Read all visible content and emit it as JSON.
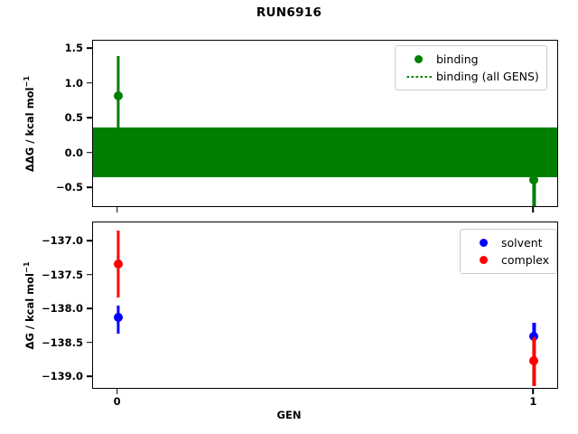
{
  "figure": {
    "title": "RUN6916",
    "xlabel": "GEN",
    "background_color": "#ffffff"
  },
  "colors": {
    "binding": "#008000",
    "solvent": "#0000ff",
    "complex": "#ff0000",
    "axis": "#000000"
  },
  "panels": {
    "top": {
      "ylabel": "ΔΔG / kcal mol",
      "ylabel_sup": "−1",
      "yticks": [
        "1.5",
        "1.0",
        "0.5",
        "0.0",
        "−0.5"
      ],
      "legend": [
        {
          "label": "binding",
          "key": "dot",
          "color": "#008000"
        },
        {
          "label": "binding (all GENS)",
          "key": "dotted-line",
          "color": "#008000"
        }
      ]
    },
    "bottom": {
      "ylabel": "ΔG / kcal mol",
      "ylabel_sup": "−1",
      "yticks": [
        "−137.0",
        "−137.5",
        "−138.0",
        "−138.5",
        "−139.0"
      ],
      "legend": [
        {
          "label": "solvent",
          "key": "dot",
          "color": "#0000ff"
        },
        {
          "label": "complex",
          "key": "dot",
          "color": "#ff0000"
        }
      ]
    }
  },
  "xticks": [
    "0",
    "1"
  ],
  "chart_data": [
    {
      "type": "scatter",
      "panel": "top",
      "title": "RUN6916",
      "xlabel": "GEN",
      "ylabel": "ΔΔG / kcal mol^-1",
      "xlim": [
        -0.06,
        1.06
      ],
      "ylim": [
        -0.78,
        1.62
      ],
      "yticks": [
        1.5,
        1.0,
        0.5,
        0.0,
        -0.5
      ],
      "xticks": [
        0,
        1
      ],
      "grid": false,
      "legend_position": "upper right",
      "series": [
        {
          "name": "binding",
          "color": "#008000",
          "marker": "o",
          "x": [
            0,
            1
          ],
          "values": [
            0.83,
            -0.38
          ],
          "yerr_low": [
            0.53,
            0.4
          ],
          "yerr_high": [
            0.57,
            0.0
          ]
        },
        {
          "name": "binding (all GENS)",
          "color": "#008000",
          "style": "dotted",
          "band": {
            "center": 0.02,
            "low": -0.34,
            "high": 0.38
          }
        }
      ]
    },
    {
      "type": "scatter",
      "panel": "bottom",
      "xlabel": "GEN",
      "ylabel": "ΔG / kcal mol^-1",
      "xlim": [
        -0.06,
        1.06
      ],
      "ylim": [
        -139.18,
        -136.72
      ],
      "yticks": [
        -137.0,
        -137.5,
        -138.0,
        -138.5,
        -139.0
      ],
      "xticks": [
        0,
        1
      ],
      "grid": false,
      "legend_position": "upper right",
      "series": [
        {
          "name": "solvent",
          "color": "#0000ff",
          "marker": "o",
          "x": [
            0,
            1
          ],
          "values": [
            -138.12,
            -138.39
          ],
          "yerr_low": [
            0.23,
            0.08
          ],
          "yerr_high": [
            0.18,
            0.2
          ]
        },
        {
          "name": "complex",
          "color": "#ff0000",
          "marker": "o",
          "x": [
            0,
            1
          ],
          "values": [
            -137.33,
            -138.76
          ],
          "yerr_low": [
            0.49,
            0.37
          ],
          "yerr_high": [
            0.49,
            0.35
          ]
        }
      ]
    }
  ]
}
